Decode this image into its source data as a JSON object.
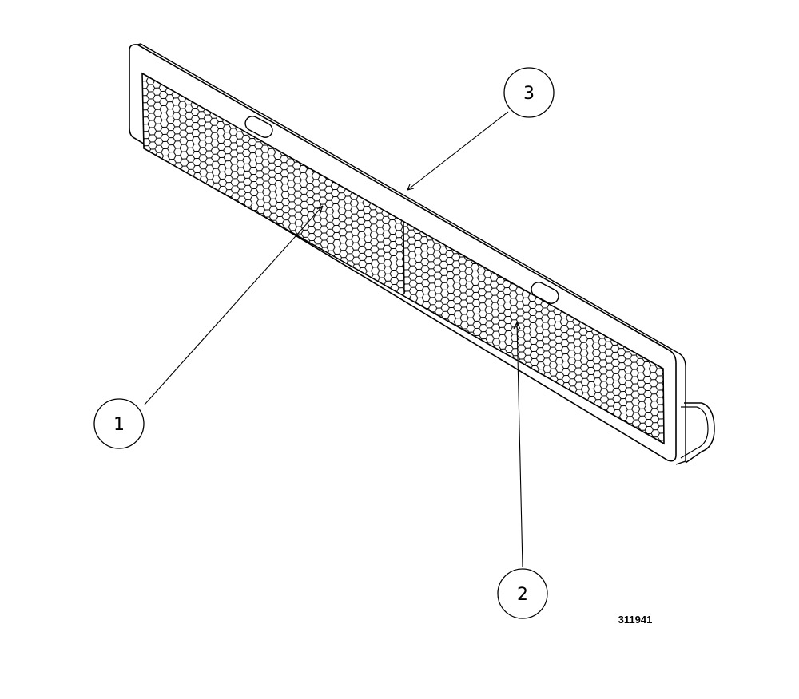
{
  "callouts": {
    "c1": {
      "label": "1"
    },
    "c2": {
      "label": "2"
    },
    "c3": {
      "label": "3"
    }
  },
  "drawing_number": "311941",
  "colors": {
    "ink": "#000000",
    "paper": "#ffffff"
  }
}
